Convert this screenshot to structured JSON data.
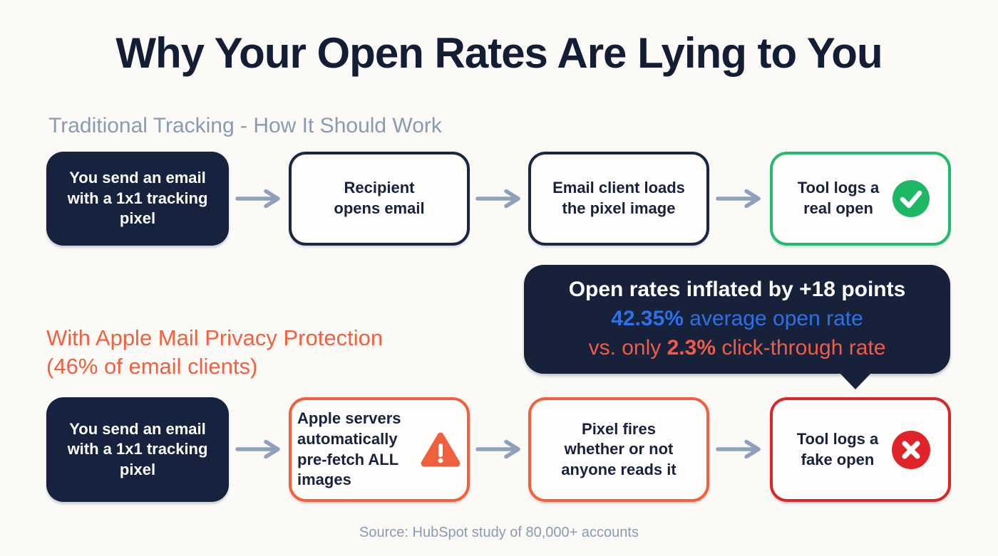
{
  "title": "Why Your Open Rates Are Lying to You",
  "sections": {
    "traditional": {
      "heading": "Traditional Tracking - How It Should Work",
      "steps": [
        {
          "text": "You send an email with a 1x1 tracking pixel"
        },
        {
          "text": "Recipient opens email"
        },
        {
          "text": "Email client loads the pixel image"
        },
        {
          "text": "Tool logs a real open",
          "icon": "check-circle-icon"
        }
      ]
    },
    "apple": {
      "heading_line1": "With Apple Mail Privacy Protection",
      "heading_line2": "(46% of email clients)",
      "steps": [
        {
          "text": "You send an email with a 1x1 tracking pixel"
        },
        {
          "text": "Apple servers automatically pre-fetch ALL images",
          "icon": "warning-triangle-icon"
        },
        {
          "text": "Pixel fires whether or not anyone reads it"
        },
        {
          "text": "Tool logs a fake open",
          "icon": "cross-circle-icon"
        }
      ]
    }
  },
  "callout": {
    "line1": "Open rates inflated by +18 points",
    "stat_open_rate": "42.35%",
    "line2_rest": " average open rate",
    "line3_prefix": "vs. only ",
    "stat_ctr": "2.3%",
    "line3_rest": " click-through rate"
  },
  "footer": "Source: HubSpot study of 80,000+ accounts",
  "icons": {
    "real_open": "check-circle-icon",
    "apple_prefetch": "warning-triangle-icon",
    "fake_open": "cross-circle-icon",
    "connector": "arrow-right-icon"
  },
  "colors": {
    "background": "#fbfaf7",
    "navy": "#17223e",
    "title_navy": "#131d35",
    "heading_gray": "#8a9ab0",
    "orange": "#f2603e",
    "green": "#1db865",
    "green_border": "#24bc6b",
    "red": "#e02329",
    "red_border": "#d92727",
    "blue": "#2e70e8",
    "callout_orange": "#f05c48",
    "arrow_gray": "#8fa1ba"
  }
}
